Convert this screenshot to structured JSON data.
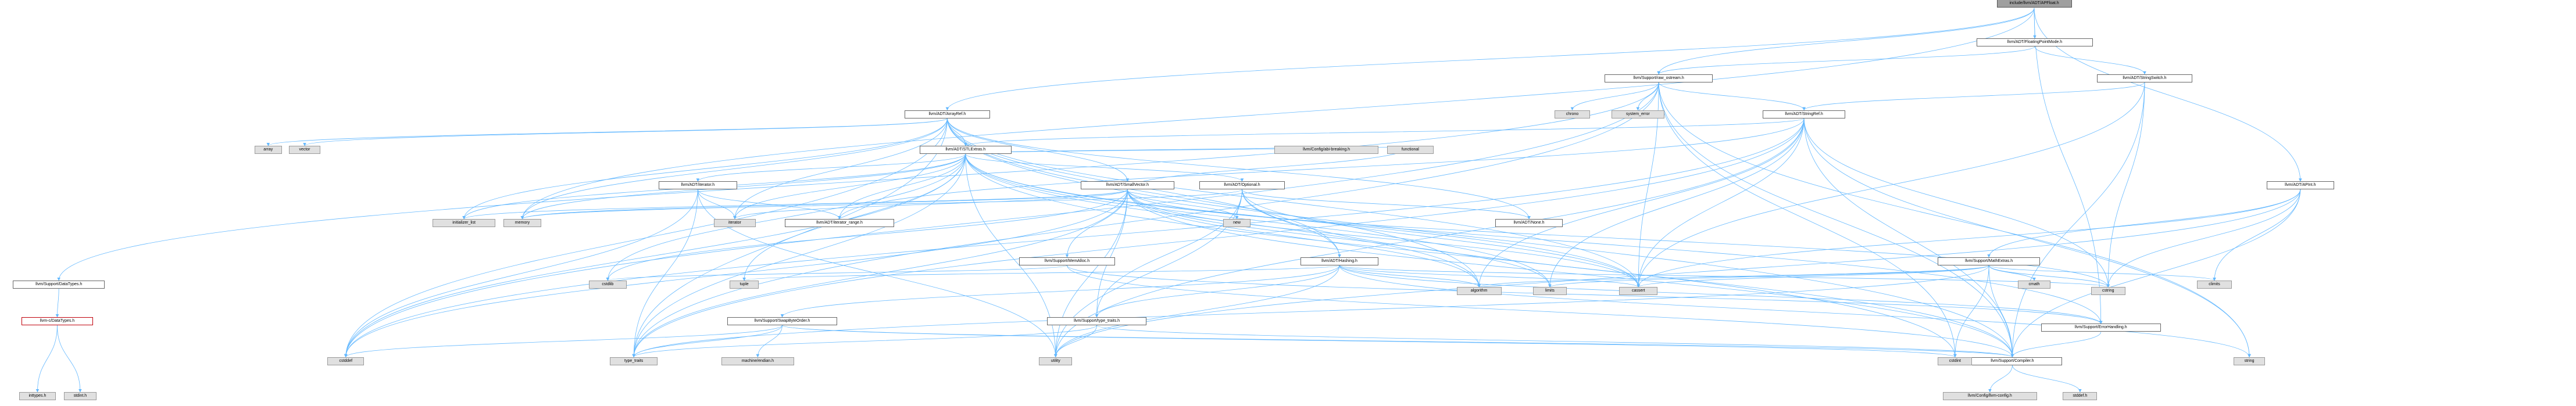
{
  "nodes": [
    {
      "id": "root",
      "label": "include/llvm/ADT/APFloat.h",
      "style": "dark",
      "interactable": true
    },
    {
      "id": "fpm",
      "label": "llvm/ADT/FloatingPointMode.h",
      "style": "white",
      "interactable": true
    },
    {
      "id": "raw",
      "label": "llvm/Support/raw_ostream.h",
      "style": "white",
      "interactable": true
    },
    {
      "id": "sswitch",
      "label": "llvm/ADT/StringSwitch.h",
      "style": "white",
      "interactable": true
    },
    {
      "id": "chrono",
      "label": "chrono",
      "style": "gray",
      "interactable": false
    },
    {
      "id": "syserr",
      "label": "system_error",
      "style": "gray",
      "interactable": false
    },
    {
      "id": "arrayref",
      "label": "llvm/ADT/ArrayRef.h",
      "style": "white",
      "interactable": true
    },
    {
      "id": "stringref",
      "label": "llvm/ADT/StringRef.h",
      "style": "white",
      "interactable": true
    },
    {
      "id": "array",
      "label": "array",
      "style": "gray",
      "interactable": false
    },
    {
      "id": "vector",
      "label": "vector",
      "style": "gray",
      "interactable": false
    },
    {
      "id": "stlextras",
      "label": "llvm/ADT/STLExtras.h",
      "style": "white",
      "interactable": true
    },
    {
      "id": "apint",
      "label": "llvm/ADT/APInt.h",
      "style": "white",
      "interactable": true
    },
    {
      "id": "iterator",
      "label": "llvm/ADT/iterator.h",
      "style": "white",
      "interactable": true
    },
    {
      "id": "smallvec",
      "label": "llvm/ADT/SmallVector.h",
      "style": "white",
      "interactable": true
    },
    {
      "id": "optional",
      "label": "llvm/ADT/Optional.h",
      "style": "white",
      "interactable": true
    },
    {
      "id": "abibreak",
      "label": "llvm/Config/abi-breaking.h",
      "style": "gray",
      "interactable": false
    },
    {
      "id": "functional",
      "label": "functional",
      "style": "gray",
      "interactable": false
    },
    {
      "id": "initlist",
      "label": "initializer_list",
      "style": "gray",
      "interactable": false
    },
    {
      "id": "memory",
      "label": "memory",
      "style": "gray",
      "interactable": false
    },
    {
      "id": "iteratorstd",
      "label": "iterator",
      "style": "gray",
      "interactable": false
    },
    {
      "id": "iterrange",
      "label": "llvm/ADT/iterator_range.h",
      "style": "white",
      "interactable": true
    },
    {
      "id": "new",
      "label": "new",
      "style": "gray",
      "interactable": false
    },
    {
      "id": "memalloc",
      "label": "llvm/Support/MemAlloc.h",
      "style": "white",
      "interactable": true
    },
    {
      "id": "hashing",
      "label": "llvm/ADT/Hashing.h",
      "style": "white",
      "interactable": true
    },
    {
      "id": "none",
      "label": "llvm/ADT/None.h",
      "style": "white",
      "interactable": true
    },
    {
      "id": "mathextras",
      "label": "llvm/Support/MathExtras.h",
      "style": "white",
      "interactable": true
    },
    {
      "id": "datatypes",
      "label": "llvm/Support/DataTypes.h",
      "style": "white",
      "interactable": true
    },
    {
      "id": "cstdlib",
      "label": "cstdlib",
      "style": "gray",
      "interactable": false
    },
    {
      "id": "tuple",
      "label": "tuple",
      "style": "gray",
      "interactable": false
    },
    {
      "id": "swapbyte",
      "label": "llvm/Support/SwapByteOrder.h",
      "style": "white",
      "interactable": true
    },
    {
      "id": "typetraits",
      "label": "llvm/Support/type_traits.h",
      "style": "white",
      "interactable": true
    },
    {
      "id": "algorithm",
      "label": "algorithm",
      "style": "gray",
      "interactable": false
    },
    {
      "id": "limits",
      "label": "limits",
      "style": "gray",
      "interactable": false
    },
    {
      "id": "cassert",
      "label": "cassert",
      "style": "gray",
      "interactable": false
    },
    {
      "id": "cmath",
      "label": "cmath",
      "style": "gray",
      "interactable": false
    },
    {
      "id": "cstring",
      "label": "cstring",
      "style": "gray",
      "interactable": false
    },
    {
      "id": "climits",
      "label": "climits",
      "style": "gray",
      "interactable": false
    },
    {
      "id": "errhandling",
      "label": "llvm/Support/ErrorHandling.h",
      "style": "white",
      "interactable": true
    },
    {
      "id": "cdatatypes",
      "label": "llvm-c/DataTypes.h",
      "style": "red",
      "interactable": true
    },
    {
      "id": "cstddef",
      "label": "cstddef",
      "style": "gray",
      "interactable": false
    },
    {
      "id": "stdtypetraits",
      "label": "type_traits",
      "style": "gray",
      "interactable": false
    },
    {
      "id": "machendian",
      "label": "machine/endian.h",
      "style": "gray",
      "interactable": false
    },
    {
      "id": "utility",
      "label": "utility",
      "style": "gray",
      "interactable": false
    },
    {
      "id": "compiler",
      "label": "llvm/Support/Compiler.h",
      "style": "white",
      "interactable": true
    },
    {
      "id": "cstdint",
      "label": "cstdint",
      "style": "gray",
      "interactable": false
    },
    {
      "id": "string",
      "label": "string",
      "style": "gray",
      "interactable": false
    },
    {
      "id": "inttypes",
      "label": "inttypes.h",
      "style": "gray",
      "interactable": false
    },
    {
      "id": "stdint",
      "label": "stdint.h",
      "style": "gray",
      "interactable": false
    },
    {
      "id": "llvmconfig",
      "label": "llvm/Config/llvm-config.h",
      "style": "gray",
      "interactable": false
    },
    {
      "id": "stddef",
      "label": "stddef.h",
      "style": "gray",
      "interactable": false
    }
  ],
  "edges": [
    [
      "root",
      "fpm"
    ],
    [
      "root",
      "raw"
    ],
    [
      "root",
      "arrayref"
    ],
    [
      "root",
      "apint"
    ],
    [
      "root",
      "errhandling"
    ],
    [
      "root",
      "memory"
    ],
    [
      "fpm",
      "sswitch"
    ],
    [
      "fpm",
      "raw"
    ],
    [
      "raw",
      "chrono"
    ],
    [
      "raw",
      "syserr"
    ],
    [
      "raw",
      "stringref"
    ],
    [
      "raw",
      "datatypes"
    ],
    [
      "raw",
      "cassert"
    ],
    [
      "raw",
      "cstddef"
    ],
    [
      "raw",
      "cstdint"
    ],
    [
      "raw",
      "string"
    ],
    [
      "raw",
      "stdtypetraits"
    ],
    [
      "raw",
      "compiler"
    ],
    [
      "sswitch",
      "stringref"
    ],
    [
      "sswitch",
      "compiler"
    ],
    [
      "sswitch",
      "cassert"
    ],
    [
      "sswitch",
      "cstring"
    ],
    [
      "arrayref",
      "stlextras"
    ],
    [
      "arrayref",
      "smallvec"
    ],
    [
      "arrayref",
      "hashing"
    ],
    [
      "arrayref",
      "none"
    ],
    [
      "arrayref",
      "compiler"
    ],
    [
      "arrayref",
      "algorithm"
    ],
    [
      "arrayref",
      "array"
    ],
    [
      "arrayref",
      "vector"
    ],
    [
      "arrayref",
      "cassert"
    ],
    [
      "arrayref",
      "cstddef"
    ],
    [
      "arrayref",
      "initlist"
    ],
    [
      "arrayref",
      "iteratorstd"
    ],
    [
      "arrayref",
      "memory"
    ],
    [
      "arrayref",
      "stdtypetraits"
    ],
    [
      "stringref",
      "stlextras"
    ],
    [
      "stringref",
      "iterrange"
    ],
    [
      "stringref",
      "compiler"
    ],
    [
      "stringref",
      "algorithm"
    ],
    [
      "stringref",
      "cassert"
    ],
    [
      "stringref",
      "cstddef"
    ],
    [
      "stringref",
      "cstring"
    ],
    [
      "stringref",
      "limits"
    ],
    [
      "stringref",
      "string"
    ],
    [
      "stringref",
      "stdtypetraits"
    ],
    [
      "stringref",
      "utility"
    ],
    [
      "stlextras",
      "iterator"
    ],
    [
      "stlextras",
      "iterrange"
    ],
    [
      "stlextras",
      "optional"
    ],
    [
      "stlextras",
      "abibreak"
    ],
    [
      "stlextras",
      "functional"
    ],
    [
      "stlextras",
      "errhandling"
    ],
    [
      "stlextras",
      "algorithm"
    ],
    [
      "stlextras",
      "cassert"
    ],
    [
      "stlextras",
      "cstddef"
    ],
    [
      "stlextras",
      "cstdint"
    ],
    [
      "stlextras",
      "cstdlib"
    ],
    [
      "stlextras",
      "initlist"
    ],
    [
      "stlextras",
      "iteratorstd"
    ],
    [
      "stlextras",
      "limits"
    ],
    [
      "stlextras",
      "memory"
    ],
    [
      "stlextras",
      "tuple"
    ],
    [
      "stlextras",
      "stdtypetraits"
    ],
    [
      "stlextras",
      "utility"
    ],
    [
      "apint",
      "mathextras"
    ],
    [
      "apint",
      "cassert"
    ],
    [
      "apint",
      "climits"
    ],
    [
      "apint",
      "cstring"
    ],
    [
      "apint",
      "utility"
    ],
    [
      "apint",
      "compiler"
    ],
    [
      "iterator",
      "iterrange"
    ],
    [
      "iterator",
      "cstddef"
    ],
    [
      "iterator",
      "iteratorstd"
    ],
    [
      "iterator",
      "stdtypetraits"
    ],
    [
      "iterator",
      "utility"
    ],
    [
      "smallvec",
      "compiler"
    ],
    [
      "smallvec",
      "memalloc"
    ],
    [
      "smallvec",
      "typetraits"
    ],
    [
      "smallvec",
      "algorithm"
    ],
    [
      "smallvec",
      "cassert"
    ],
    [
      "smallvec",
      "cstddef"
    ],
    [
      "smallvec",
      "cstdlib"
    ],
    [
      "smallvec",
      "cstring"
    ],
    [
      "smallvec",
      "functional"
    ],
    [
      "smallvec",
      "initlist"
    ],
    [
      "smallvec",
      "iteratorstd"
    ],
    [
      "smallvec",
      "limits"
    ],
    [
      "smallvec",
      "memory"
    ],
    [
      "smallvec",
      "new"
    ],
    [
      "smallvec",
      "stdtypetraits"
    ],
    [
      "smallvec",
      "utility"
    ],
    [
      "optional",
      "hashing"
    ],
    [
      "optional",
      "none"
    ],
    [
      "optional",
      "compiler"
    ],
    [
      "optional",
      "typetraits"
    ],
    [
      "optional",
      "cassert"
    ],
    [
      "optional",
      "memory"
    ],
    [
      "optional",
      "new"
    ],
    [
      "optional",
      "utility"
    ],
    [
      "memalloc",
      "compiler"
    ],
    [
      "memalloc",
      "errhandling"
    ],
    [
      "memalloc",
      "cstdlib"
    ],
    [
      "hashing",
      "errhandling"
    ],
    [
      "hashing",
      "swapbyte"
    ],
    [
      "hashing",
      "typetraits"
    ],
    [
      "hashing",
      "algorithm"
    ],
    [
      "hashing",
      "cassert"
    ],
    [
      "hashing",
      "cstring"
    ],
    [
      "hashing",
      "string"
    ],
    [
      "hashing",
      "tuple"
    ],
    [
      "hashing",
      "utility"
    ],
    [
      "mathextras",
      "compiler"
    ],
    [
      "mathextras",
      "algorithm"
    ],
    [
      "mathextras",
      "cassert"
    ],
    [
      "mathextras",
      "climits"
    ],
    [
      "mathextras",
      "cmath"
    ],
    [
      "mathextras",
      "cstdint"
    ],
    [
      "mathextras",
      "cstring"
    ],
    [
      "mathextras",
      "limits"
    ],
    [
      "mathextras",
      "stdtypetraits"
    ],
    [
      "datatypes",
      "cdatatypes"
    ],
    [
      "cdatatypes",
      "inttypes"
    ],
    [
      "cdatatypes",
      "stdint"
    ],
    [
      "swapbyte",
      "compiler"
    ],
    [
      "swapbyte",
      "cstddef"
    ],
    [
      "swapbyte",
      "cstdint"
    ],
    [
      "swapbyte",
      "stdtypetraits"
    ],
    [
      "swapbyte",
      "machendian"
    ],
    [
      "typetraits",
      "compiler"
    ],
    [
      "typetraits",
      "stdtypetraits"
    ],
    [
      "typetraits",
      "utility"
    ],
    [
      "errhandling",
      "compiler"
    ],
    [
      "compiler",
      "llvmconfig"
    ],
    [
      "compiler",
      "stddef"
    ]
  ],
  "edge_color": "#63b8ff"
}
